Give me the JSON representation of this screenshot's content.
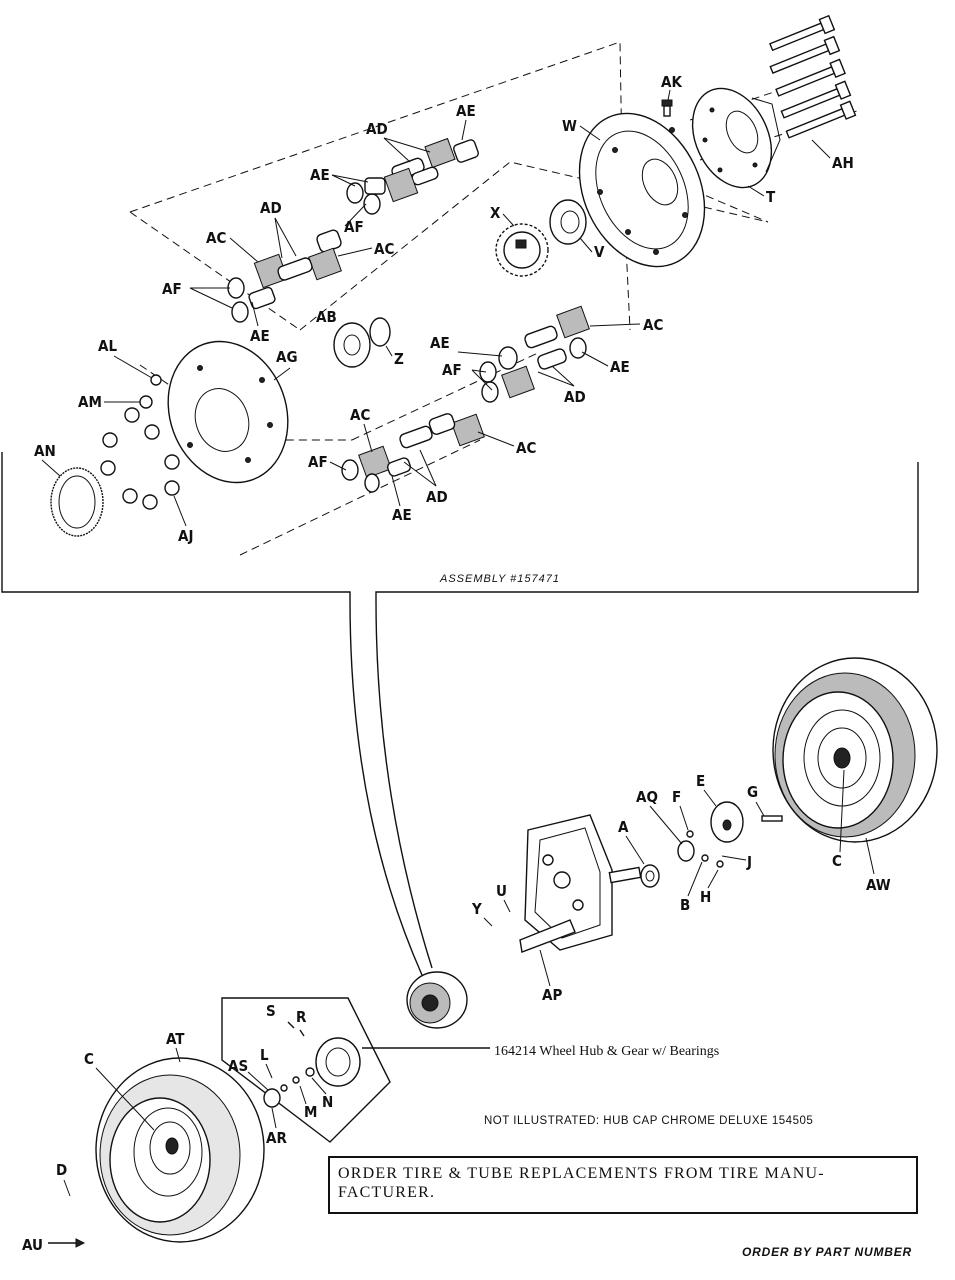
{
  "assembly_label": "ASSEMBLY #157471",
  "hub_label": "164214 Wheel Hub & Gear w/ Bearings",
  "not_illustrated": "NOT ILLUSTRATED: HUB CAP CHROME DELUXE 154505",
  "order_note": {
    "line1": "ORDER TIRE & TUBE REPLACEMENTS FROM TIRE MANU-",
    "line2": "FACTURER."
  },
  "footer": "ORDER BY PART NUMBER",
  "callouts": {
    "AK": "AK",
    "AE_1": "AE",
    "AD_1": "AD",
    "W": "W",
    "AE_2": "AE",
    "AH": "AH",
    "T": "T",
    "AD_2": "AD",
    "AF_1": "AF",
    "AC_1": "AC",
    "AC_2": "AC",
    "X": "X",
    "V": "V",
    "AF_2": "AF",
    "AE_3": "AE",
    "AB": "AB",
    "Z": "Z",
    "AC_3": "AC",
    "AL": "AL",
    "AG": "AG",
    "AE_4": "AE",
    "AF_3": "AF",
    "AE_5": "AE",
    "AM": "AM",
    "AD_3": "AD",
    "AC_4": "AC",
    "AN": "AN",
    "AC_5": "AC",
    "AF_4": "AF",
    "AD_4": "AD",
    "AE_6": "AE",
    "AJ": "AJ",
    "AQ": "AQ",
    "F": "F",
    "E": "E",
    "G": "G",
    "A": "A",
    "J": "J",
    "C_1": "C",
    "AW": "AW",
    "U": "U",
    "B": "B",
    "H": "H",
    "Y": "Y",
    "AP": "AP",
    "S": "S",
    "R": "R",
    "AT": "AT",
    "C_2": "C",
    "AS": "AS",
    "L": "L",
    "M": "M",
    "N": "N",
    "AR": "AR",
    "D": "D",
    "AU": "AU"
  }
}
